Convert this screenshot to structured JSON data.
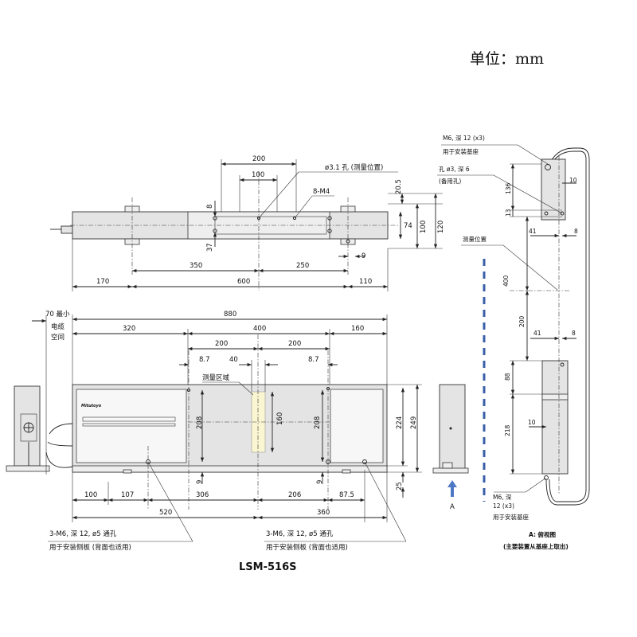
{
  "unit_label": "单位：mm",
  "model_name": "LSM-516S",
  "top_view": {
    "dims": {
      "d200": "200",
      "d100": "100",
      "d8": "8",
      "d20_5": "20.5",
      "d74": "74",
      "d100v": "100",
      "d120": "120",
      "d37": "37",
      "d350": "350",
      "d250": "250",
      "d9": "9",
      "d170": "170",
      "d600": "600",
      "d110": "110"
    },
    "notes": {
      "hole": "ø3.1 孔 (测量位置)",
      "m4": "8-M4"
    }
  },
  "front_view": {
    "dims": {
      "d880": "880",
      "d320": "320",
      "d400": "400",
      "d160": "160",
      "d200a": "200",
      "d200b": "200",
      "d8_7a": "8.7",
      "d40": "40",
      "d8_7b": "8.7",
      "d208a": "208",
      "d160v": "160",
      "d208b": "208",
      "d224": "224",
      "d249": "249",
      "d9a": "9",
      "d9b": "9",
      "d25": "25",
      "d100": "100",
      "d107": "107",
      "d306": "306",
      "d206": "206",
      "d87_5": "87.5",
      "d520": "520",
      "d360": "360"
    },
    "min_space": "70 最小",
    "cable_label_1": "电缆",
    "cable_label_2": "空间",
    "measure_area": "测量区域",
    "note_left_1": "3-M6, 深 12, ø5 通孔",
    "note_left_2": "用于安装侧板 (背面也适用)",
    "note_right_1": "3-M6, 深 12, ø5 通孔",
    "note_right_2": "用于安装侧板 (背面也适用)",
    "brand": "Mitutoyo",
    "arrow_label": "A"
  },
  "side_view": {
    "note_top_1": "M6, 深 12 (x3)",
    "note_top_2": "用于安装基座",
    "note_hole_1": "孔 ø3, 深 6",
    "note_hole_2": "(备用孔)",
    "note_measure": "测量位置",
    "dims": {
      "d136": "136",
      "d10a": "10",
      "d13": "13",
      "d41a": "41",
      "d8a": "8",
      "d400": "400",
      "d200": "200",
      "d41b": "41",
      "d8b": "8",
      "d88": "88",
      "d218": "218",
      "d10b": "10"
    },
    "note_bottom_1": "M6, 深",
    "note_bottom_2": "12 (x3)",
    "note_bottom_3": "用于安装基座",
    "caption_1": "A: 俯视图",
    "caption_2": "(主要装置从基座上取出)"
  },
  "colors": {
    "accent_dashed": "#3a5fa8",
    "measure_zone": "#fbf6d2",
    "arrow": "#4f78c4"
  }
}
